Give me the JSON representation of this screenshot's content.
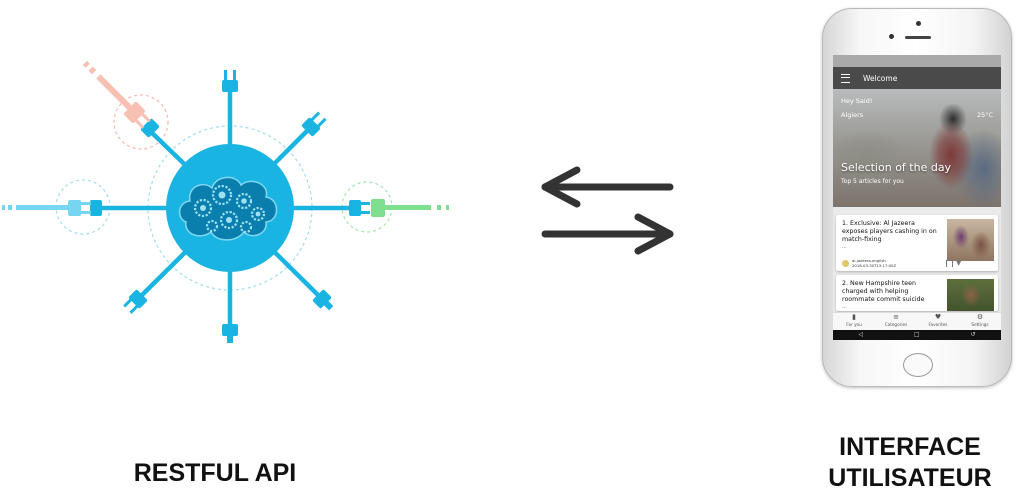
{
  "captions": {
    "api": "RESTFUL API",
    "ui_line1": "INTERFACE",
    "ui_line2": "UTILISATEUR"
  },
  "colors": {
    "hub": "#1ab4e3",
    "hub_dark": "#0a88b8",
    "plug_pink": "#f7c0b2",
    "plug_green": "#7ee08f",
    "arrows": "#333333"
  },
  "phone_screen": {
    "appbar_title": "Welcome",
    "greeting": "Hey Said!",
    "city": "Algiers",
    "temperature": "25°C",
    "selection_title": "Selection of the day",
    "selection_subtitle": "Top 5 articles for you",
    "articles": [
      {
        "title": "1. Exclusive: Al Jazeera exposes players cashing in on match-fixing",
        "more": "...",
        "source": "al-jazeera-english",
        "date": "2018-03-30T13:17:00Z"
      },
      {
        "title": "2. New Hampshire teen charged with helping roommate commit suicide",
        "more": "..."
      }
    ],
    "nav": [
      {
        "label": "For you",
        "icon": "bookmark-icon"
      },
      {
        "label": "Categories",
        "icon": "list-icon"
      },
      {
        "label": "Favorites",
        "icon": "heart-icon"
      },
      {
        "label": "Settings",
        "icon": "gear-icon"
      }
    ]
  }
}
